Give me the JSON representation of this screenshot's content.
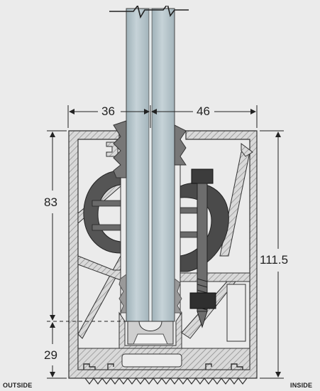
{
  "dimensions": {
    "glass_outside_width": "36",
    "glass_inside_width": "46",
    "height_above_base": "83",
    "base_height": "29",
    "total_height": "111.5"
  },
  "side_labels": {
    "outside": "OUTSIDE",
    "inside": "INSIDE"
  },
  "colors": {
    "background": "#ebebeb",
    "profile_fill": "#d6d6d6",
    "profile_hatch": "#8a8a8a",
    "glass_fill": "#a9b9c0",
    "gasket_dark": "#4a4a4a",
    "gasket_mid": "#7a7a7a",
    "line": "#222222"
  }
}
